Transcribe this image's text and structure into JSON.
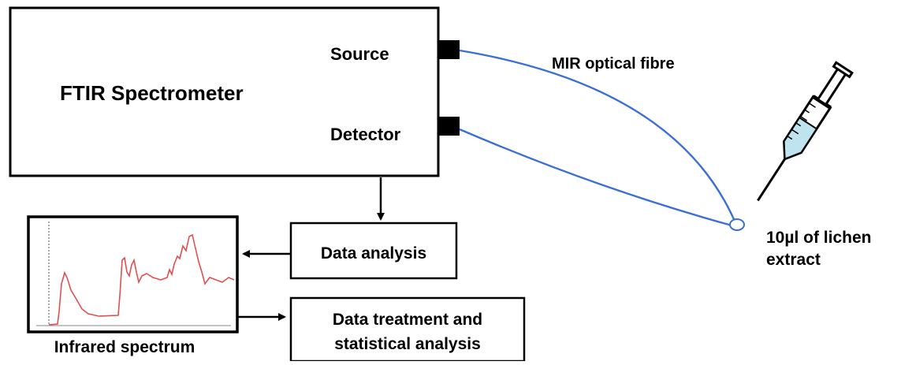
{
  "spectrometer": {
    "title": "FTIR Spectrometer",
    "source_label": "Source",
    "detector_label": "Detector"
  },
  "fibre": {
    "label": "MIR optical fibre",
    "color": "#3a6fd6"
  },
  "sample": {
    "label_line1": "10µl of lichen",
    "label_line2": "extract"
  },
  "data_analysis": {
    "label": "Data analysis"
  },
  "data_treatment": {
    "label_line1": "Data treatment and",
    "label_line2": "statistical analysis"
  },
  "spectrum": {
    "caption": "Infrared spectrum",
    "line_color": "#e05050"
  }
}
